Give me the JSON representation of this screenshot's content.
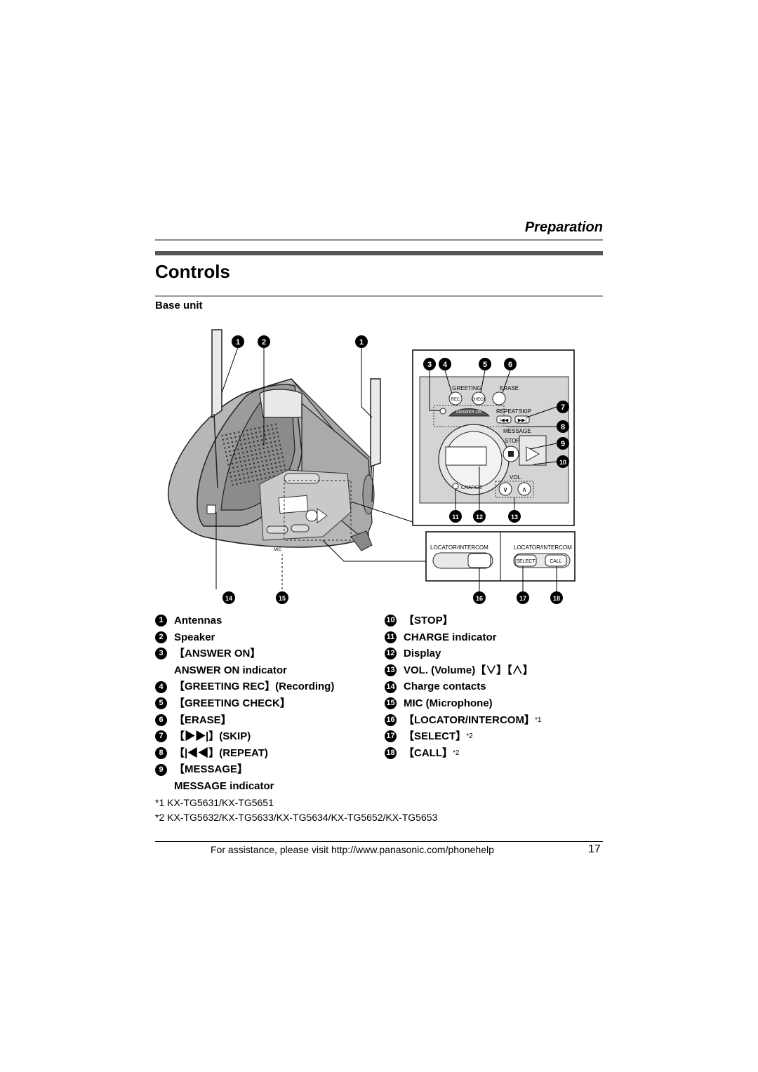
{
  "header": {
    "section": "Preparation"
  },
  "page_title": "Controls",
  "subsection": "Base unit",
  "callouts": {
    "c1": "1",
    "c2": "2",
    "c3": "3",
    "c4": "4",
    "c5": "5",
    "c6": "6",
    "c7": "7",
    "c8": "8",
    "c9": "9",
    "c10": "10",
    "c11": "11",
    "c12": "12",
    "c13": "13",
    "c14": "14",
    "c15": "15",
    "c16": "16",
    "c17": "17",
    "c18": "18"
  },
  "panel_labels": {
    "greeting": "GREETING",
    "rec": "REC",
    "check": "CHECK",
    "erase": "ERASE",
    "answer_on": "ANSWER ON",
    "repeat": "REPEAT",
    "skip": "SKIP",
    "message": "MESSAGE",
    "stop": "STOP",
    "vol": "VOL.",
    "charge": "CHARGE",
    "locator_intercom": "LOCATOR/INTERCOM",
    "select": "SELECT",
    "call": "CALL",
    "mic": "MIC"
  },
  "legend_left": [
    {
      "n": "1",
      "text": "Antennas"
    },
    {
      "n": "2",
      "text": "Speaker"
    },
    {
      "n": "3",
      "text": "【ANSWER ON】",
      "sub": "ANSWER ON indicator"
    },
    {
      "n": "4",
      "text": "【GREETING REC】(Recording)"
    },
    {
      "n": "5",
      "text": "【GREETING CHECK】"
    },
    {
      "n": "6",
      "text": "【ERASE】"
    },
    {
      "n": "7",
      "text": "【▶▶|】(SKIP)"
    },
    {
      "n": "8",
      "text": "【|◀◀】(REPEAT)"
    },
    {
      "n": "9",
      "text": "【MESSAGE】",
      "sub": "MESSAGE indicator"
    }
  ],
  "legend_right": [
    {
      "n": "10",
      "text": "【STOP】"
    },
    {
      "n": "11",
      "text": "CHARGE indicator"
    },
    {
      "n": "12",
      "text": "Display"
    },
    {
      "n": "13",
      "text": "VOL. (Volume)【∨】【∧】"
    },
    {
      "n": "14",
      "text": "Charge contacts"
    },
    {
      "n": "15",
      "text": "MIC (Microphone)"
    },
    {
      "n": "16",
      "text": "【LOCATOR/INTERCOM】",
      "sup": "*1"
    },
    {
      "n": "17",
      "text": "【SELECT】",
      "sup": "*2"
    },
    {
      "n": "18",
      "text": "【CALL】",
      "sup": "*2"
    }
  ],
  "footnotes": [
    "*1 KX-TG5631/KX-TG5651",
    "*2 KX-TG5632/KX-TG5633/KX-TG5634/KX-TG5652/KX-TG5653"
  ],
  "footer": {
    "assistance": "For assistance, please visit http://www.panasonic.com/phonehelp",
    "page_number": "17"
  }
}
